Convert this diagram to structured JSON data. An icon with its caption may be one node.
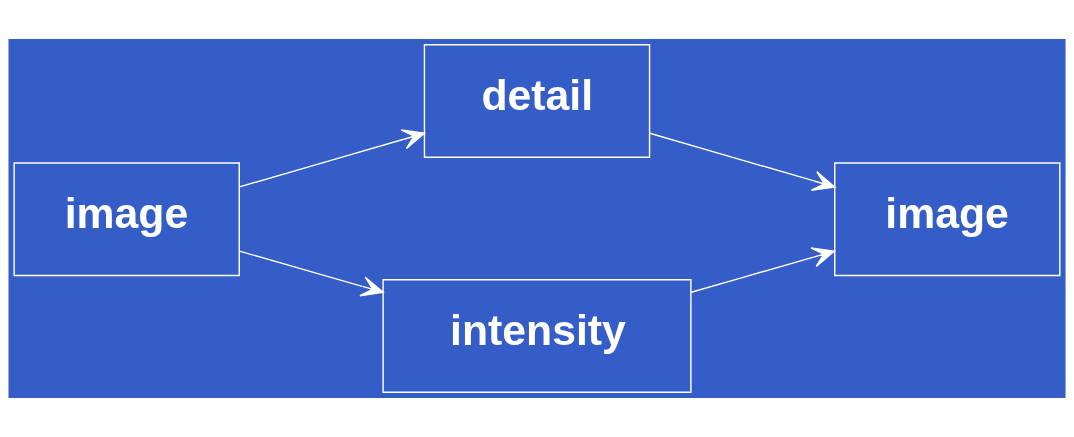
{
  "diagram": {
    "nodes": [
      {
        "text": [
          "image"
        ]
      },
      {
        "text": [
          "detail"
        ]
      },
      {
        "text": [
          "intensity"
        ]
      },
      {
        "text": [
          "image"
        ]
      }
    ],
    "edges": [
      {
        "from": 0,
        "to": 1,
        "arrow": "to"
      },
      {
        "from": 0,
        "to": 2,
        "arrow": "to"
      },
      {
        "from": 1,
        "to": 3,
        "arrow": "to"
      },
      {
        "from": 2,
        "to": 3,
        "arrow": "to"
      }
    ]
  }
}
